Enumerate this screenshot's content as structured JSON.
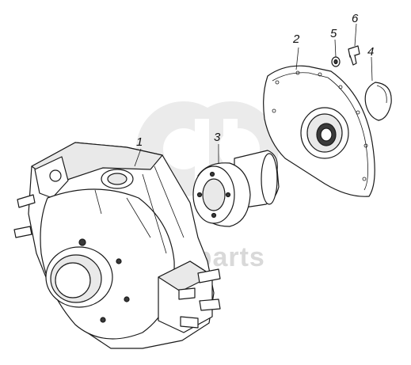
{
  "watermark": {
    "text": "detal-parts",
    "logo": "dp-logo-watermark",
    "color": "#d9d9d9"
  },
  "callouts": [
    {
      "id": "1",
      "label": "1",
      "part": "housing"
    },
    {
      "id": "2",
      "label": "2",
      "part": "cover-plate"
    },
    {
      "id": "3",
      "label": "3",
      "part": "hub"
    },
    {
      "id": "4",
      "label": "4",
      "part": "snap-ring"
    },
    {
      "id": "5",
      "label": "5",
      "part": "washer"
    },
    {
      "id": "6",
      "label": "6",
      "part": "screw"
    }
  ],
  "colors": {
    "line": "#1a1a1a",
    "background": "#ffffff"
  }
}
